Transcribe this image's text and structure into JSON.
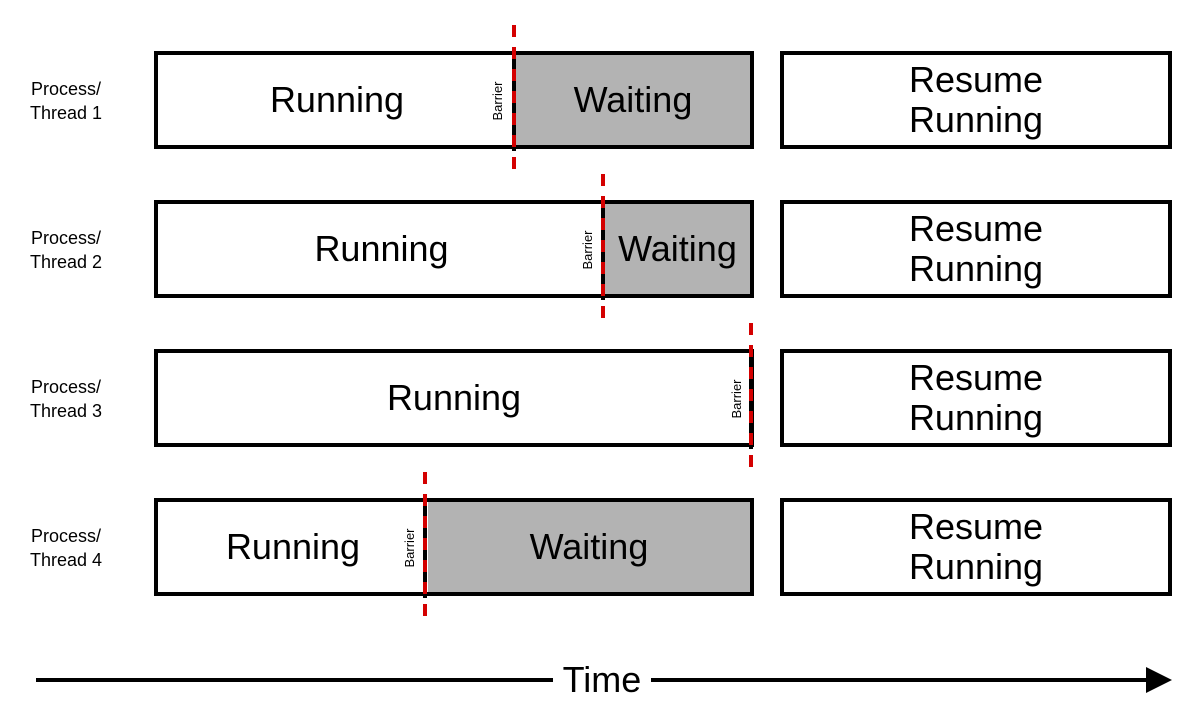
{
  "colors": {
    "waiting_fill": "#b3b3b3",
    "barrier_dash": "#d40000",
    "border": "#000000"
  },
  "lanes": [
    {
      "label_line1": "Process/",
      "label_line2": "Thread 1",
      "running_label": "Running",
      "waiting_label": "Waiting",
      "barrier_label": "Barrier",
      "resume_line1": "Resume",
      "resume_line2": "Running"
    },
    {
      "label_line1": "Process/",
      "label_line2": "Thread 2",
      "running_label": "Running",
      "waiting_label": "Waiting",
      "barrier_label": "Barrier",
      "resume_line1": "Resume",
      "resume_line2": "Running"
    },
    {
      "label_line1": "Process/",
      "label_line2": "Thread 3",
      "running_label": "Running",
      "barrier_label": "Barrier",
      "resume_line1": "Resume",
      "resume_line2": "Running"
    },
    {
      "label_line1": "Process/",
      "label_line2": "Thread 4",
      "running_label": "Running",
      "waiting_label": "Waiting",
      "barrier_label": "Barrier",
      "resume_line1": "Resume",
      "resume_line2": "Running"
    }
  ],
  "time_axis": {
    "label": "Time",
    "arrow_icon": "arrow-right-icon"
  }
}
